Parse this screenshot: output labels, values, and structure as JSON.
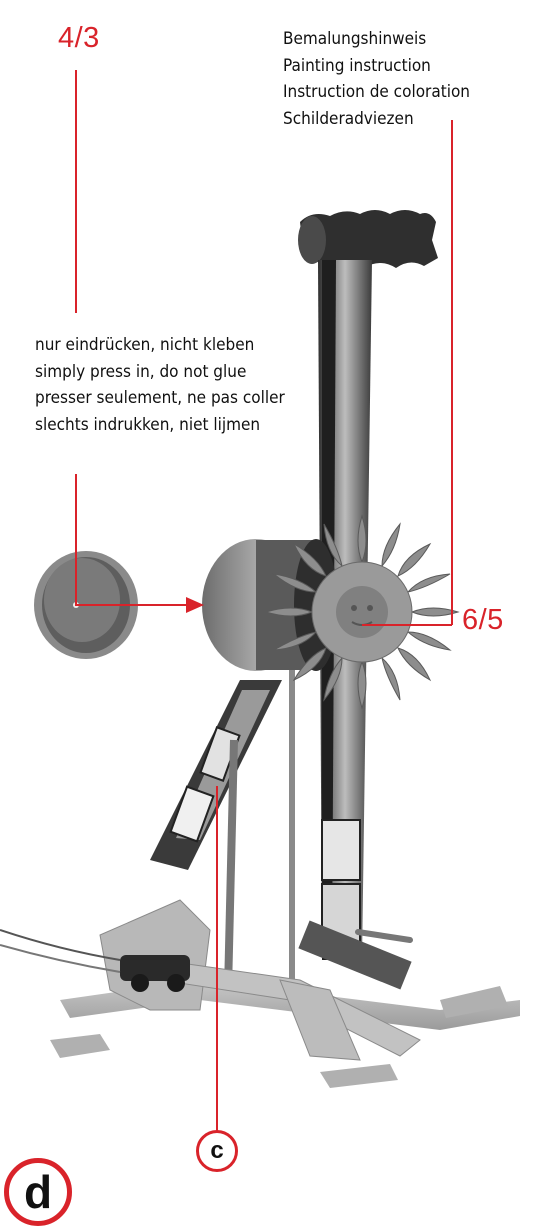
{
  "callouts": {
    "part_4_3": "4/3",
    "part_6_5": "6/5"
  },
  "painting_note": [
    "Bemalungshinweis",
    "Painting instruction",
    "Instruction de coloration",
    "Schilderadviezen"
  ],
  "press_note": [
    "nur eindrücken, nicht kleben",
    "simply press in, do not glue",
    "presser seulement, ne pas coller",
    "slechts indrukken, niet lijmen"
  ],
  "step_label": "d",
  "detail_label": "c",
  "colors": {
    "accent": "#d9232a",
    "text": "#111111",
    "model_dark": "#3a3a3a",
    "model_mid": "#8a8a8a",
    "model_light": "#c8c8c8"
  }
}
